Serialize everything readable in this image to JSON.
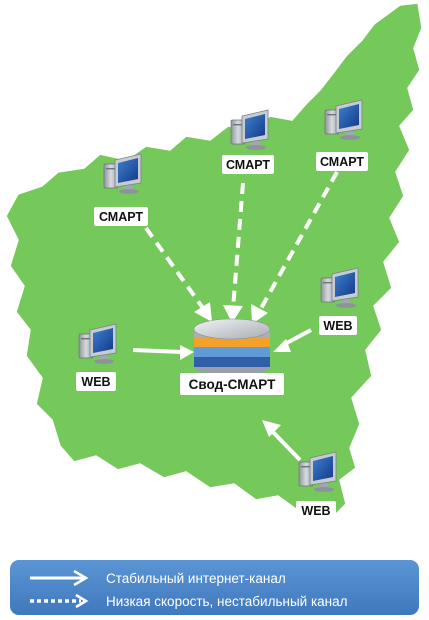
{
  "diagram": {
    "colors": {
      "region": "#75c85a",
      "arrow": "#ffffff",
      "legend_bg": "#4a86c8",
      "label_bg": "#ffffff",
      "label_text": "#111111",
      "monitor_screen": "#1f4fa8",
      "monitor_body": "#b9bec5",
      "db_top": "#d9dde2",
      "db_bands": [
        "#f4a12a",
        "#5f9bd6",
        "#2f5fa8"
      ]
    },
    "hub": {
      "label": "Свод-СМАРТ",
      "icon": "database-icon"
    },
    "nodes": [
      {
        "id": "smart-top-center",
        "label": "СМАРТ",
        "icon": "computer-icon",
        "link": "unstable"
      },
      {
        "id": "smart-top-right",
        "label": "СМАРТ",
        "icon": "computer-icon",
        "link": "unstable"
      },
      {
        "id": "smart-left",
        "label": "СМАРТ",
        "icon": "computer-icon",
        "link": "unstable"
      },
      {
        "id": "web-right",
        "label": "WEB",
        "icon": "computer-icon",
        "link": "stable"
      },
      {
        "id": "web-left",
        "label": "WEB",
        "icon": "computer-icon",
        "link": "stable"
      },
      {
        "id": "web-bottom",
        "label": "WEB",
        "icon": "computer-icon",
        "link": "stable"
      }
    ],
    "legend": {
      "stable": {
        "label": "Стабильный интернет-канал",
        "icon": "solid-arrow-icon"
      },
      "unstable": {
        "label": "Низкая скорость, нестабильный канал",
        "icon": "dotted-arrow-icon"
      }
    }
  }
}
